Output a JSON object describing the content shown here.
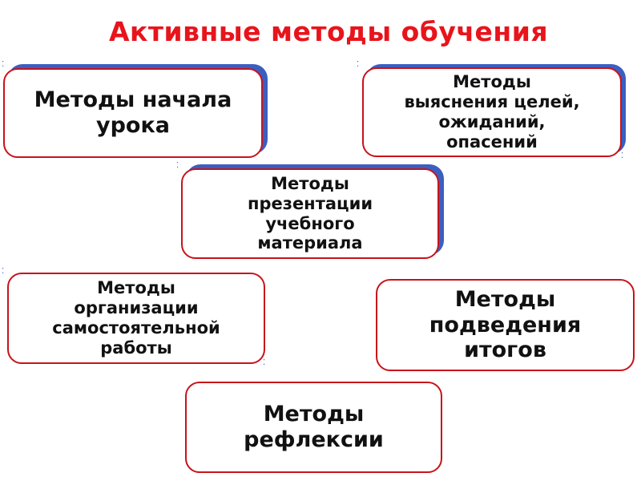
{
  "title": "Активные методы обучения",
  "boxes": {
    "b1": [
      "Методы начала",
      "урока"
    ],
    "b2": [
      "Методы",
      "выяснения целей,",
      "ожиданий,",
      "опасений"
    ],
    "b3": [
      "Методы",
      "презентации",
      "учебного",
      "материала"
    ],
    "b4": [
      "Методы",
      "организации",
      "самостоятельной",
      "работы"
    ],
    "b5": [
      "Методы",
      "подведения",
      "итогов"
    ],
    "b6": [
      "Методы",
      "рефлексии"
    ]
  },
  "colors": {
    "title": "#e8141c",
    "border": "#c8131a",
    "shadow": "#3b5fc0"
  }
}
